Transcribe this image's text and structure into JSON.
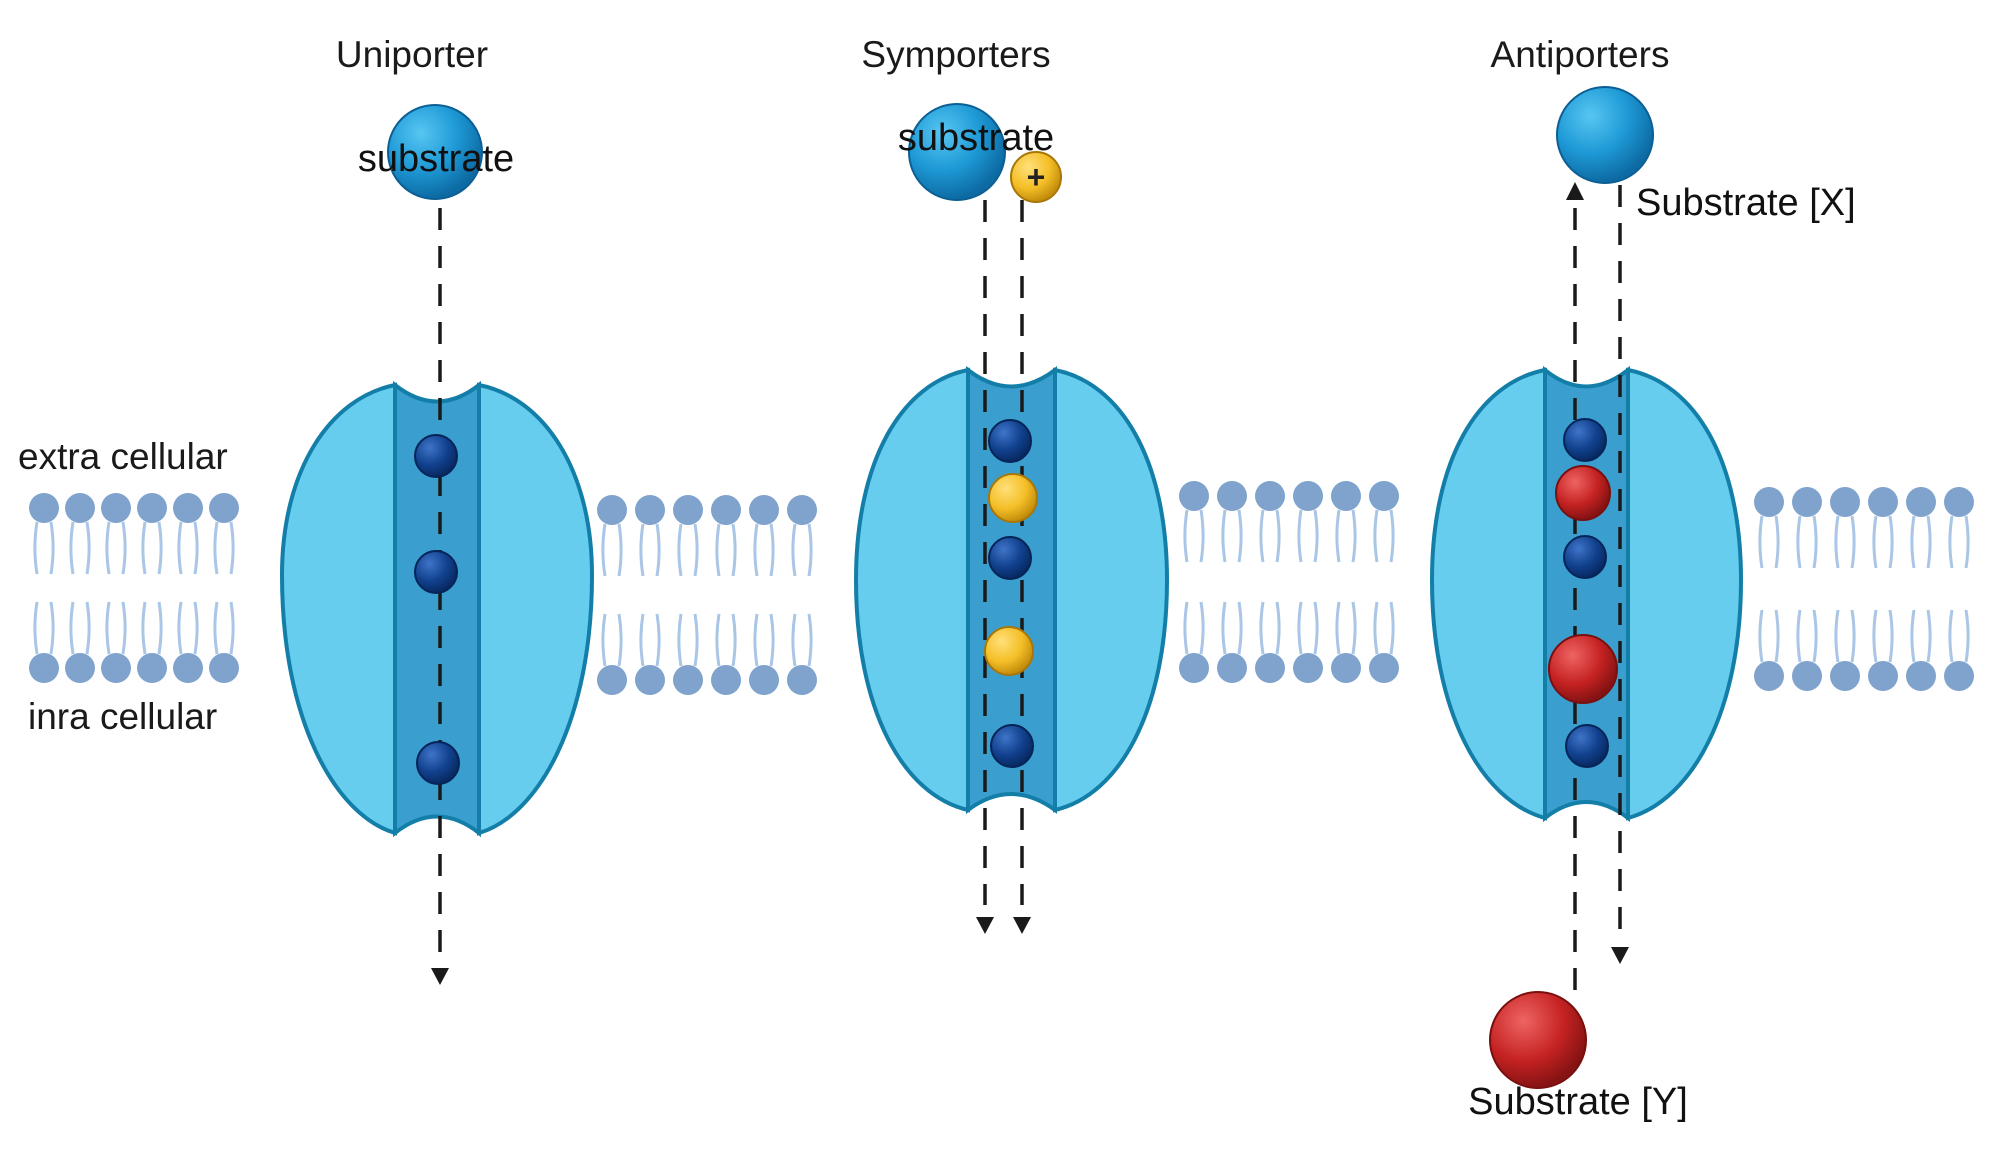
{
  "diagram": {
    "titles": {
      "uniporter": "Uniporter",
      "symporters": "Symporters",
      "antiporters": "Antiporters"
    },
    "side_labels": {
      "extracellular": "extra cellular",
      "intracellular": "inra cellular"
    },
    "substrate_labels": {
      "uniporter": "substrate",
      "symporter": "substrate",
      "ion_symbol": "+",
      "antiporter_x": "Substrate [X]",
      "antiporter_y": "Substrate [Y]"
    },
    "colors": {
      "membrane_head": "#7fa3cc",
      "membrane_tail": "#a9c6e6",
      "protein_fill": "#66cdee",
      "protein_stroke": "#137ea8",
      "channel_fill": "#3a9fcf",
      "substrate_blue": "#1e9ad6",
      "particle_dark_blue": "#11418e",
      "ion_yellow": "#f4bf27",
      "substrate_red": "#c52222",
      "arrow": "#1a1a1a"
    }
  }
}
